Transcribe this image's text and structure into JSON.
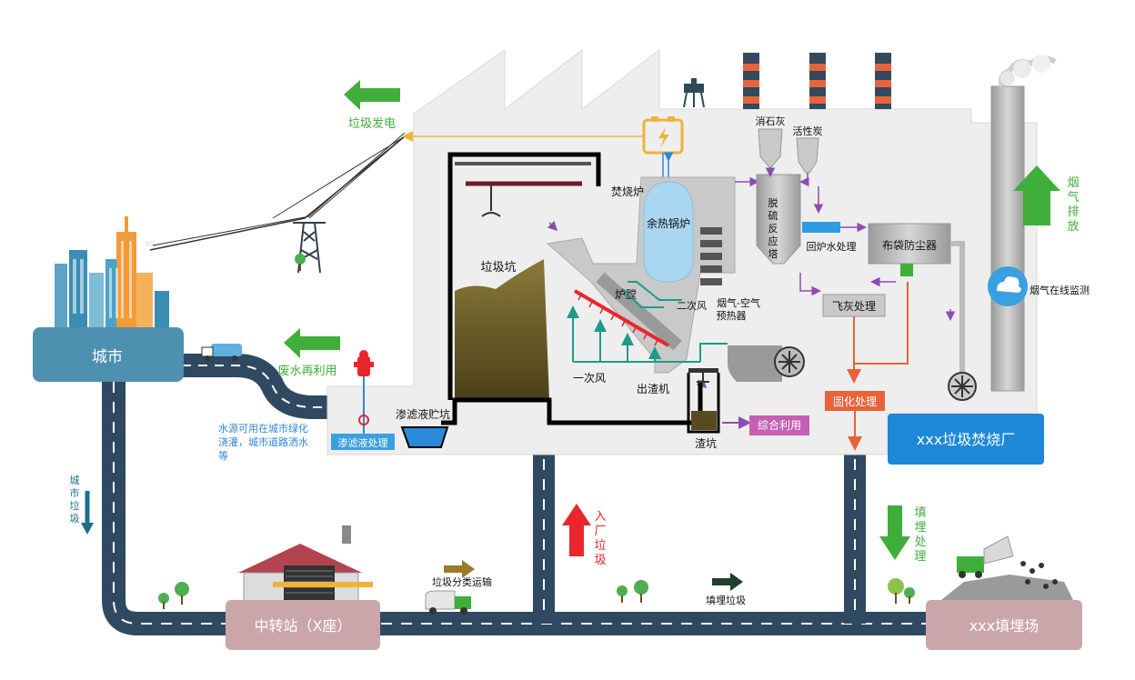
{
  "labels": {
    "power_gen": "垃圾发电",
    "city": "城市",
    "wastewater_reuse": "废水再利用",
    "water_use_note_1": "水源可用在城市绿化",
    "water_use_note_2": "浇灌，城市道路洒水",
    "water_use_note_3": "等",
    "leachate_treatment": "渗滤液处理",
    "leachate_pit": "渗滤液贮坑",
    "garbage_pit": "垃圾坑",
    "incinerator": "焚烧炉",
    "waste_heat_boiler": "余热锅炉",
    "furnace": "炉膛",
    "secondary_air": "二次风",
    "primary_air": "一次风",
    "slag_extractor": "出渣机",
    "slag_pit": "渣坑",
    "comprehensive_use": "综合利用",
    "air_preheater_1": "烟气-空气",
    "air_preheater_2": "预热器",
    "lime": "消石灰",
    "activated_carbon": "活性炭",
    "desulfurization_1": "脱",
    "desulfurization_2": "硫",
    "desulfurization_3": "反",
    "desulfurization_4": "应",
    "desulfurization_5": "塔",
    "return_water": "回炉水处理",
    "bag_filter": "布袋防尘器",
    "fly_ash": "飞灰处理",
    "solidification": "固化处理",
    "plant_name": "xxx垃圾焚烧厂",
    "flue_gas_1": "烟",
    "flue_gas_2": "气",
    "flue_gas_3": "排",
    "flue_gas_4": "放",
    "online_monitor": "烟气在线监测",
    "city_garbage_1": "城",
    "city_garbage_2": "市",
    "city_garbage_3": "垃",
    "city_garbage_4": "圾",
    "incoming_1": "入",
    "incoming_2": "厂",
    "incoming_3": "垃",
    "incoming_4": "圾",
    "landfill_treat_1": "填",
    "landfill_treat_2": "埋",
    "landfill_treat_3": "处",
    "landfill_treat_4": "理",
    "sorting_transport": "垃圾分类运输",
    "landfill_garbage": "填埋垃圾",
    "transfer_station": "中转站（X座）",
    "landfill_site": "xxx填埋场"
  },
  "colors": {
    "road": "#2f4960",
    "road_line": "#ffffff",
    "plant_bg": "#eeeeee",
    "green_arrow": "#3fae3a",
    "green_text": "#3fae3a",
    "red_arrow": "#e8262b",
    "city_box": "#4e90b0",
    "plant_box": "#1e88d8",
    "pink_box": "#caa6ab",
    "orange": "#e8633a",
    "purple": "#8e4bb5",
    "teal": "#1e9b8a",
    "gold": "#f0b33a",
    "garbage": "#6b5a2a"
  },
  "icons": [
    "lightning-icon",
    "fan-icon",
    "cloud-icon",
    "truck-icon",
    "tree-icon",
    "tower-icon"
  ]
}
